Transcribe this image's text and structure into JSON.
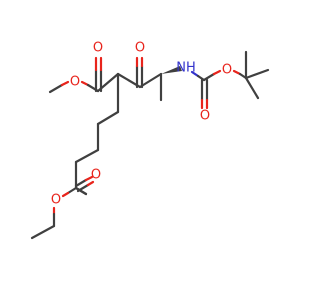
{
  "molecule": {
    "atoms": {
      "ester_carbonyl_o": "O",
      "ester_ether_o": "O",
      "ketone_o": "O",
      "amide_n": "NH",
      "boc_ether_o": "O",
      "boc_carbonyl_o": "O",
      "ethyl_ester_carbonyl_o": "O",
      "ethyl_ester_ether_o": "O"
    },
    "colors": {
      "bond": "#404040",
      "oxygen": "#e8241c",
      "nitrogen": "#3333cc"
    }
  }
}
